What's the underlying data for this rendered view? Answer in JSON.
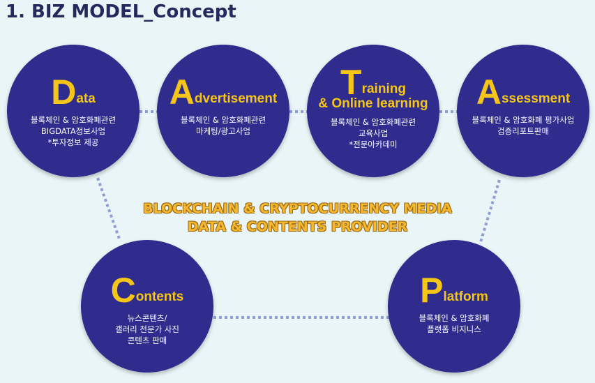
{
  "title": "1. BIZ MODEL_Concept",
  "center": {
    "line1": "BLOCKCHAIN & CRYPTOCURRENCY MEDIA",
    "line2": "DATA & CONTENTS PROVIDER"
  },
  "nodes": {
    "data": {
      "initial": "D",
      "rest": "ata",
      "desc": [
        "블록체인 & 암호화폐관련",
        "BIGDATA정보사업",
        "*투자정보 제공"
      ]
    },
    "advertisement": {
      "initial": "A",
      "rest": "dvertisement",
      "desc": [
        "블록체인 & 암호화폐관련",
        "마케팅/광고사업"
      ]
    },
    "training": {
      "initial": "T",
      "rest": "raining",
      "rest2": "& Online learning",
      "desc": [
        "블록체인 & 암호화폐관련",
        "교육사업",
        "*전문아카데미"
      ]
    },
    "assessment": {
      "initial": "A",
      "rest": "ssessment",
      "desc": [
        "블록체인 & 암호화폐 평가사업",
        "검증리포트판매"
      ]
    },
    "contents": {
      "initial": "C",
      "rest": "ontents",
      "desc": [
        "뉴스콘텐츠/",
        "갤러리 전문가 사진",
        "콘텐츠 판매"
      ]
    },
    "platform": {
      "initial": "P",
      "rest": "latform",
      "desc": [
        "블록체인 & 암호화폐",
        "플랫폼 비지니스"
      ]
    }
  },
  "colors": {
    "circle": "#2f2c8e",
    "accent": "#f5c518",
    "connector": "#8f9fd6",
    "title": "#25295e",
    "background": "#e9f5f7"
  }
}
